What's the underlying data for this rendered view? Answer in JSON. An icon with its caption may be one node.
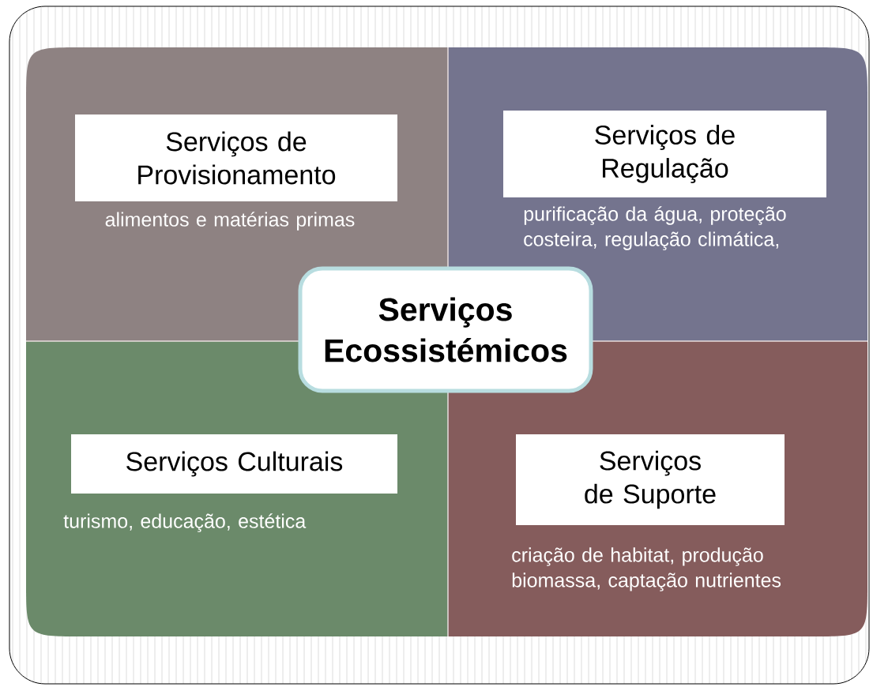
{
  "diagram": {
    "nodes": [
      {
        "text": [
          "alimentos e matérias primas"
        ]
      },
      {
        "text": [
          "Serviços de Provisionamento"
        ],
        "in": 0
      },
      {
        "text": [
          "purificação da água, proteção costeira, regulação climática,"
        ]
      },
      {
        "text": [
          "Serviços de Regulação"
        ],
        "in": 2
      },
      {
        "text": [
          "Serviços Ecossistémicos"
        ]
      },
      {
        "text": [
          "turismo, educação, estética"
        ]
      },
      {
        "text": [
          "Serviços Culturais"
        ],
        "in": 5
      },
      {
        "text": [
          "criação de habitat, produção biomassa, captação nutrientes"
        ]
      },
      {
        "text": [
          "Serviços de Suporte"
        ],
        "in": 7
      }
    ]
  }
}
